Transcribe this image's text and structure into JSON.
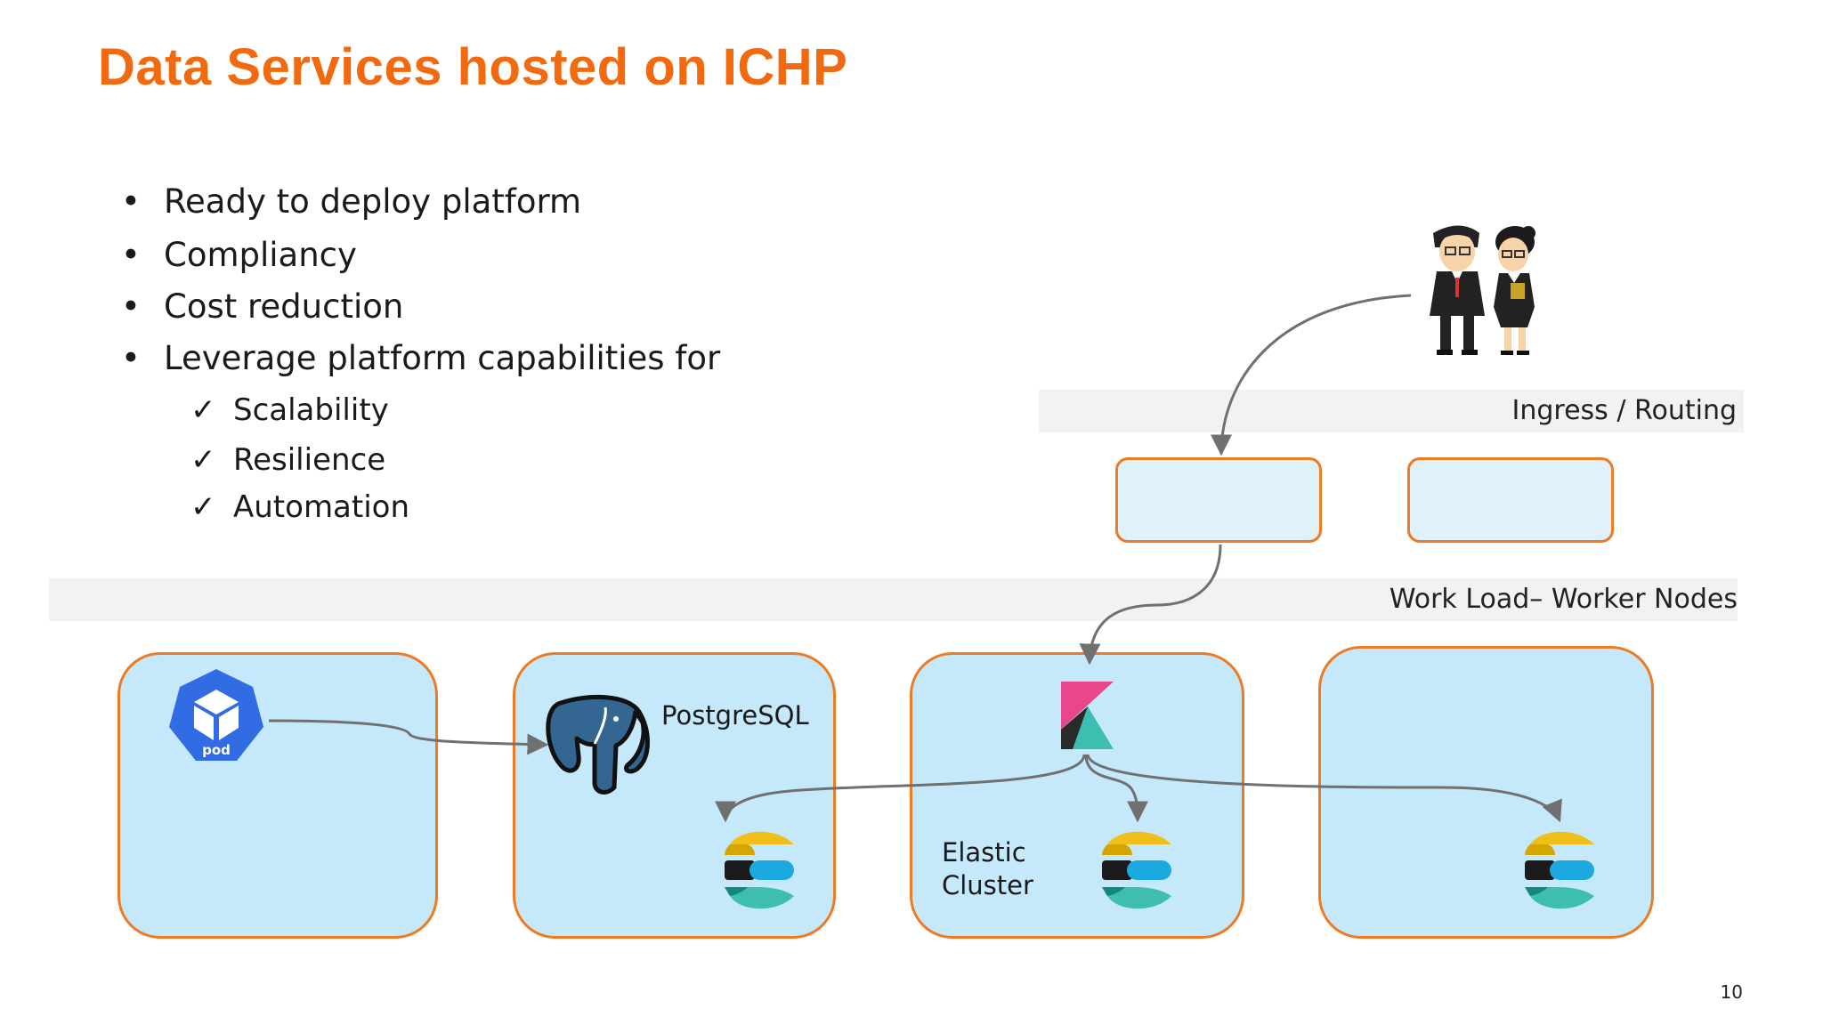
{
  "title": "Data Services hosted on ICHP",
  "bullets": [
    "Ready to deploy platform",
    "Compliancy",
    "Cost reduction",
    "Leverage platform capabilities for"
  ],
  "bullet_glyph": "•",
  "checks": [
    "Scalability",
    "Resilience",
    "Automation"
  ],
  "check_glyph": "✓",
  "bands": {
    "ingress": "Ingress / Routing",
    "workload": "Work Load– Worker Nodes"
  },
  "nodes": {
    "postgres_label": "PostgreSQL",
    "elastic_label_line1": "Elastic",
    "elastic_label_line2": "Cluster",
    "pod_label": "pod"
  },
  "icons": {
    "users": "users-icon",
    "pod": "kubernetes-pod-icon",
    "postgres": "postgresql-elephant-icon",
    "kibana": "kibana-icon",
    "elastic": "elasticsearch-icon"
  },
  "colors": {
    "title": "#f26a10",
    "box_border": "#ee7a22",
    "node_fill": "#c5e8fa",
    "band": "#f2f2f4",
    "pod_blue": "#326ce5",
    "postgres_blue": "#336791"
  },
  "page_number": "10"
}
